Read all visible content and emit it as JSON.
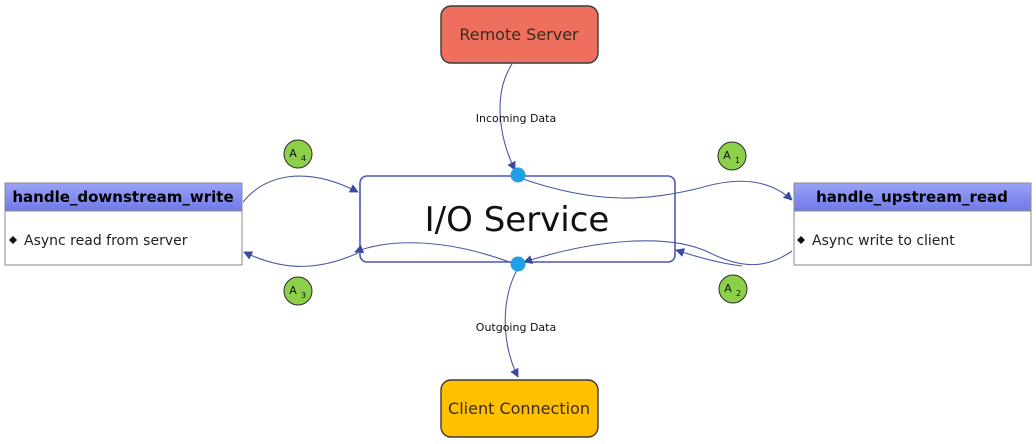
{
  "nodes": {
    "remote_server": {
      "label": "Remote Server",
      "fill": "#ee6f5e",
      "stroke": "#3a3a3a"
    },
    "client_connection": {
      "label": "Client Connection",
      "fill": "#ffc000",
      "stroke": "#3a3a3a"
    },
    "io_service": {
      "label": "I/O Service",
      "stroke": "#4a5ab0"
    },
    "downstream_handler": {
      "title": "handle_downstream_write",
      "item": "Async read from server",
      "header_fill": "#8690f0"
    },
    "upstream_handler": {
      "title": "handle_upstream_read",
      "item": "Async write to client",
      "header_fill": "#8690f0"
    }
  },
  "edges": {
    "incoming": {
      "label": "Incoming Data"
    },
    "outgoing": {
      "label": "Outgoing Data"
    }
  },
  "steps": [
    {
      "id": "a1",
      "main": "A",
      "sub": "1"
    },
    {
      "id": "a2",
      "main": "A",
      "sub": "2"
    },
    {
      "id": "a3",
      "main": "A",
      "sub": "3"
    },
    {
      "id": "a4",
      "main": "A",
      "sub": "4"
    }
  ],
  "colors": {
    "arrow": "#4a5aa8",
    "step_circle": "#8cd04a",
    "port": "#1e9fe6"
  }
}
